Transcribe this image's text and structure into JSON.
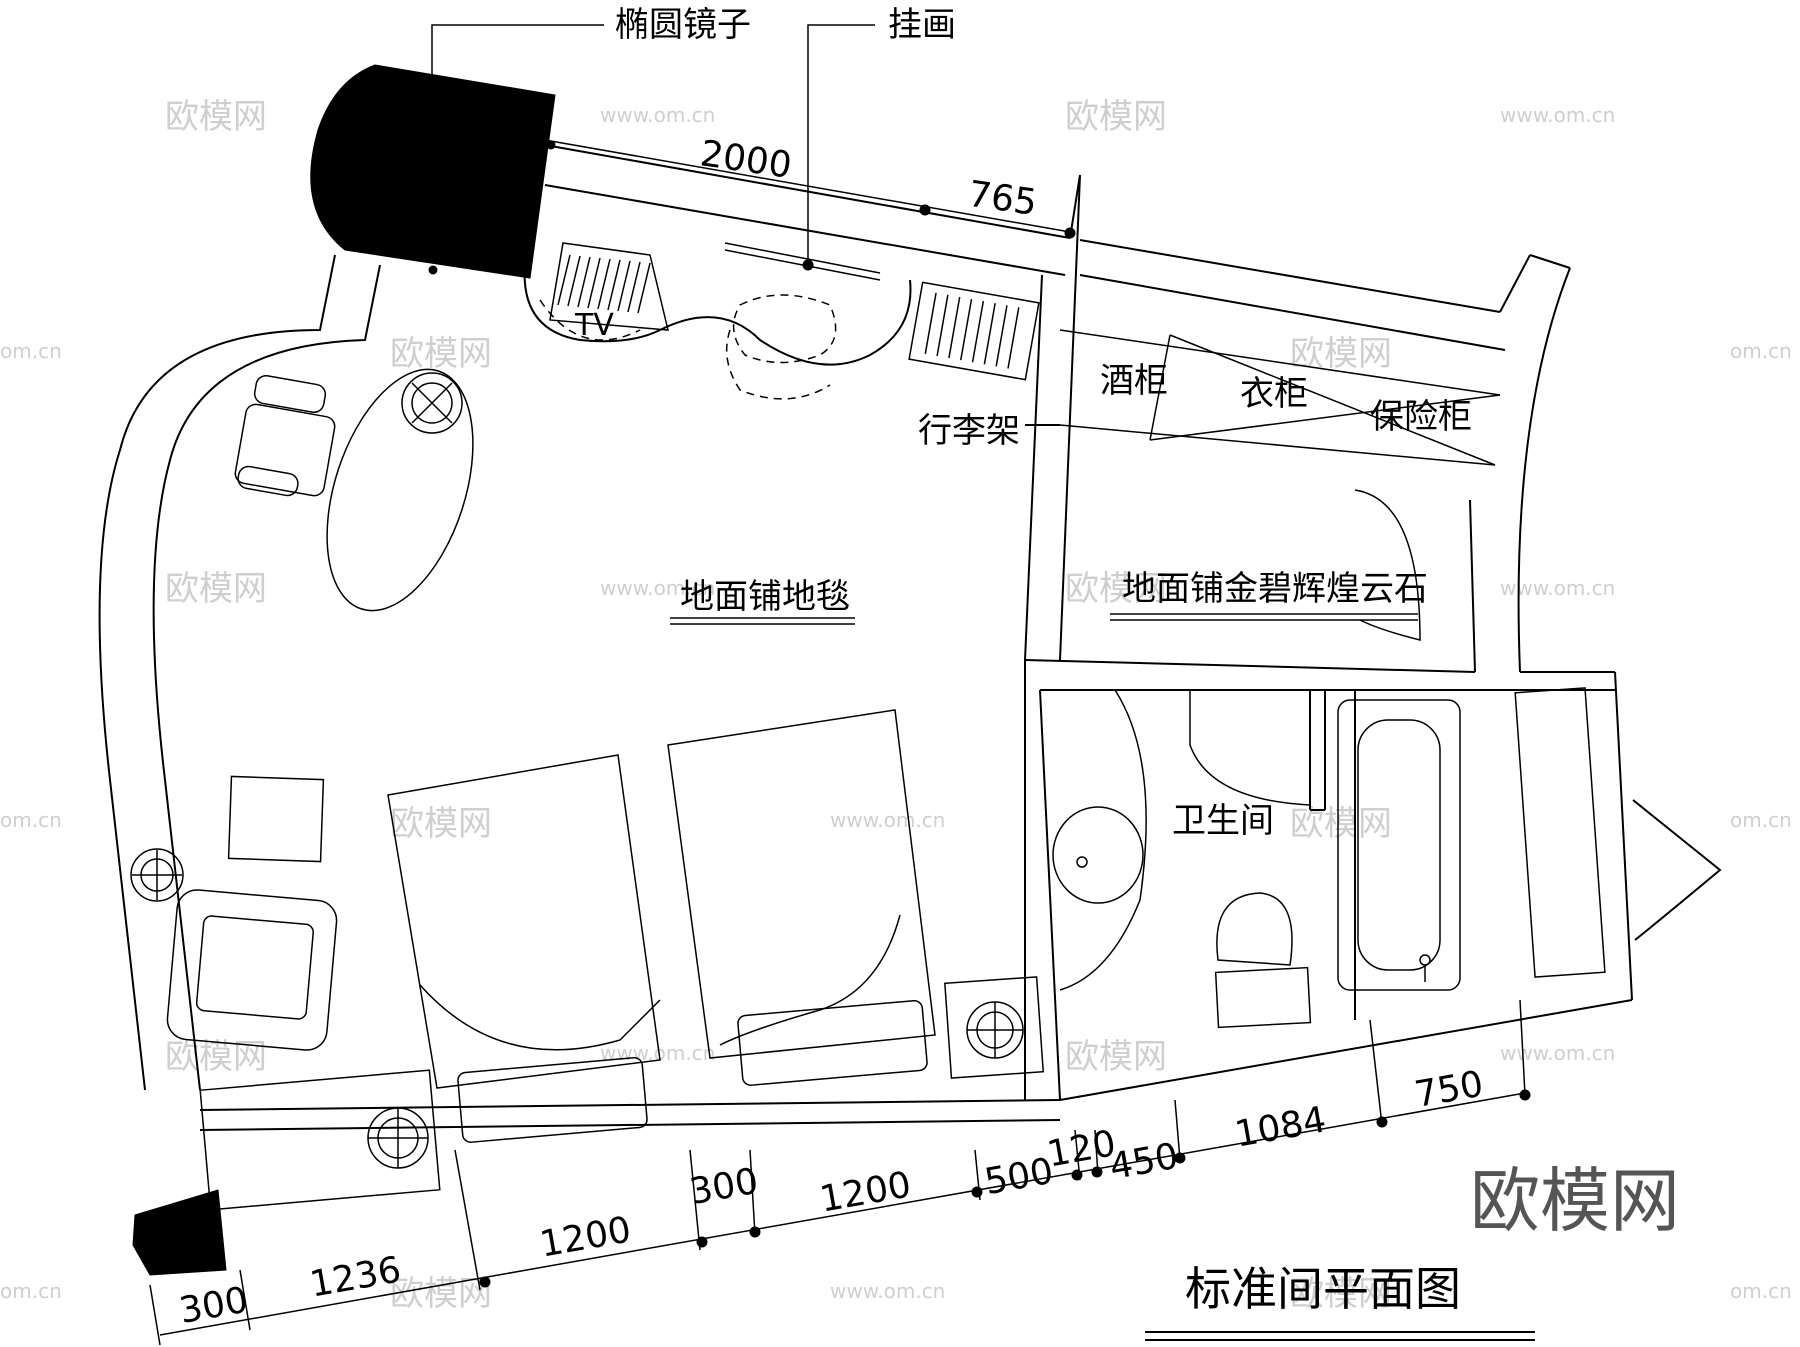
{
  "labels": {
    "mirror": "椭圆镜子",
    "painting": "挂画",
    "tv": "TV",
    "luggage_rack": "行李架",
    "wine_cabinet": "酒柜",
    "wardrobe": "衣柜",
    "safe": "保险柜",
    "carpet_floor": "地面铺地毯",
    "stone_floor": "地面铺金碧辉煌云石",
    "bathroom": "卫生间",
    "title": "标准间平面图"
  },
  "dimensions": {
    "top": [
      "2000",
      "765"
    ],
    "bottom": [
      "300",
      "1236",
      "1200",
      "300",
      "1200",
      "500",
      "120",
      "450",
      "1084",
      "750"
    ]
  },
  "watermark": {
    "brand": "欧模网",
    "url": "www.om.cn",
    "partial_url": "om.cn"
  }
}
